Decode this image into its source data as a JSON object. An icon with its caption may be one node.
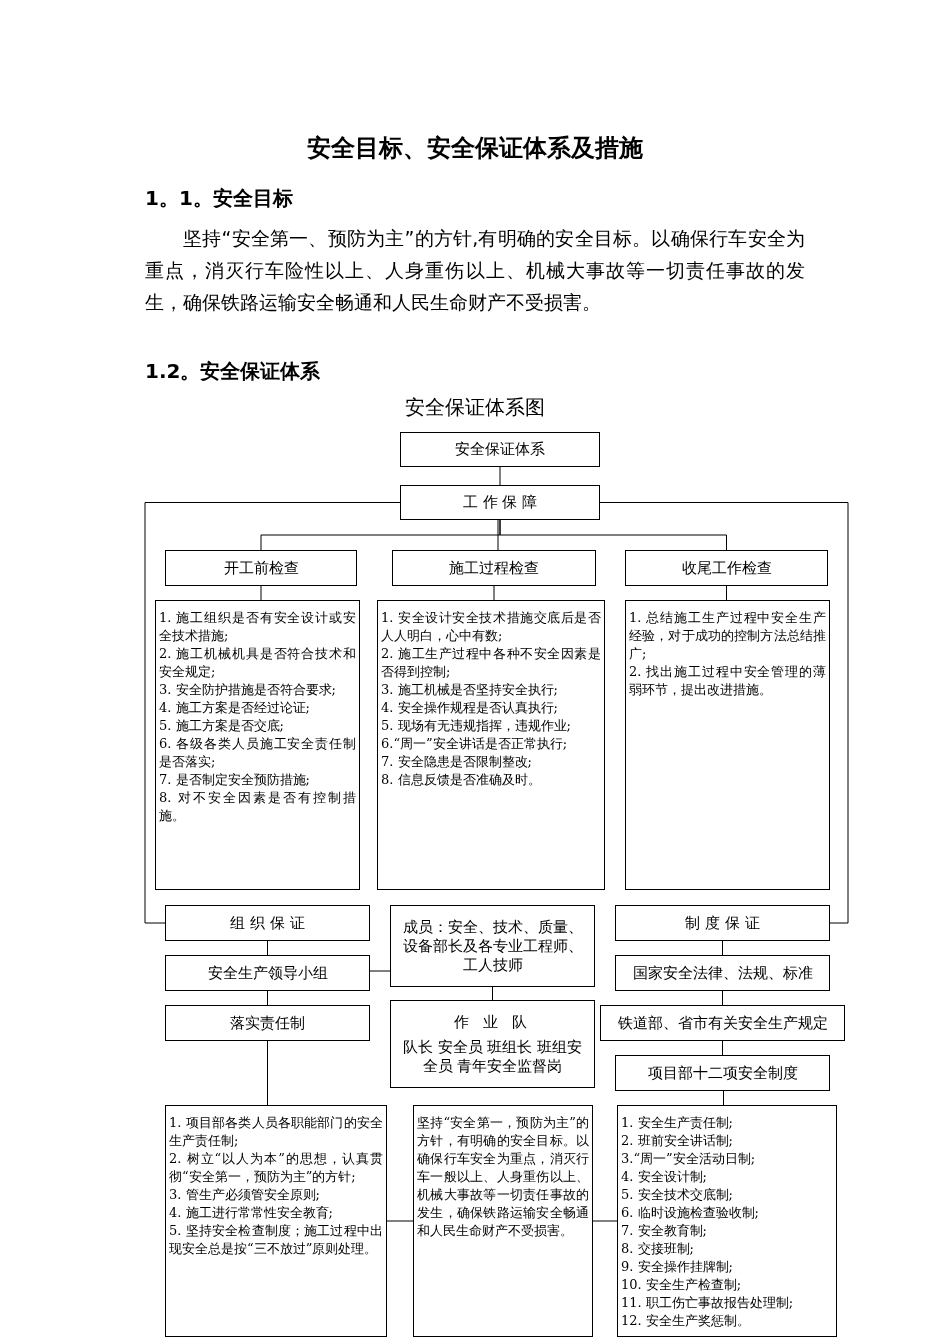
{
  "diagram": {
    "title": "安全目标、安全保证体系及措施",
    "nodes": [
      {
        "text": [
          "安全保证体系"
        ]
      },
      {
        "text": [
          "工 作 保 障"
        ]
      },
      {
        "text": [
          "开工前检查"
        ]
      },
      {
        "text": [
          "施工过程检查"
        ]
      },
      {
        "text": [
          "收尾工作检查"
        ]
      },
      {
        "text": [
          "1. 施工组织是否有安全设计或安全技术措施;",
          "2. 施工机械机具是否符合技术和安全规定;",
          "3. 安全防护措施是否符合要求;",
          "4. 施工方案是否经过论证;",
          "5. 施工方案是否交底;",
          "6. 各级各类人员施工安全责任制是否落实;",
          "7. 是否制定安全预防措施;",
          "8. 对不安全因素是否有控制措施。"
        ]
      },
      {
        "text": [
          "1. 安全设计安全技术措施交底后是否人人明白，心中有数;",
          "2. 施工生产过程中各种不安全因素是否得到控制;",
          "3. 施工机械是否坚持安全执行;",
          "4. 安全操作规程是否认真执行;",
          "5. 现场有无违规指挥，违规作业;",
          "6.“周一”安全讲话是否正常执行;",
          "7. 安全隐患是否限制整改;",
          "8. 信息反馈是否准确及时。"
        ]
      },
      {
        "text": [
          "1. 总结施工生产过程中安全生产经验，对于成功的控制方法总结推广;",
          "2. 找出施工过程中安全管理的薄弱环节，提出改进措施。"
        ]
      },
      {
        "text": [
          "制 度 保 证"
        ]
      },
      {
        "text": [
          "组 织 保 证"
        ]
      },
      {
        "text": [
          "安全生产领导小组"
        ]
      },
      {
        "text": [
          "落实责任制"
        ]
      },
      {
        "text": [
          "成员：安全、技术、质量、设备部长及各专业工程师、工人技师"
        ]
      },
      {
        "text": [
          "作 业 队",
          "队长 安全员 班组长 班组安全员 青年安全监督岗"
        ]
      },
      {
        "text": [
          "国家安全法律、法规、标准"
        ]
      },
      {
        "text": [
          "铁道部、省市有关安全生产规定"
        ]
      },
      {
        "text": [
          "项目部十二项安全制度"
        ]
      },
      {
        "text": [
          "1. 项目部各类人员各职能部门的安全生产责任制;",
          "2. 树立“以人为本”的思想，认真贯彻“安全第一，预防为主”的方针;",
          "3. 管生产必须管安全原则;",
          "4. 施工进行常常性安全教育;",
          "5. 坚持安全检查制度；施工过程中出现安全总是按“三不放过”原则处理。"
        ]
      },
      {
        "text": [
          "坚持“安全第一，预防为主”的方针，有明确的安全目标。以确保行车安全为重点，消灭行车一般以上、人身重伤以上、机械大事故等一切责任事故的发生，确保铁路运输安全畅通和人民生命财产不受损害。"
        ]
      },
      {
        "text": [
          "1. 安全生产责任制;",
          "2. 班前安全讲话制;",
          "3.“周一”安全活动日制;",
          "4. 安全设计制;",
          "5. 安全技术交底制;",
          "6. 临时设施检查验收制;",
          "7. 安全教育制;",
          "8. 交接班制;",
          "9. 安全操作挂牌制;",
          "10. 安全生产检查制;",
          "11. 职工伤亡事故报告处理制;",
          "12. 安全生产奖惩制。"
        ]
      }
    ],
    "edges": [
      {
        "from": 0,
        "to": 1,
        "arrow": "none"
      },
      {
        "from": 1,
        "to": 2,
        "arrow": "none"
      },
      {
        "from": 1,
        "to": 3,
        "arrow": "none"
      },
      {
        "from": 1,
        "to": 4,
        "arrow": "none"
      },
      {
        "from": 2,
        "to": 5,
        "arrow": "none"
      },
      {
        "from": 3,
        "to": 6,
        "arrow": "none"
      },
      {
        "from": 4,
        "to": 7,
        "arrow": "none"
      },
      {
        "from": 1,
        "to": 9,
        "arrow": "none"
      },
      {
        "from": 1,
        "to": 8,
        "arrow": "none"
      },
      {
        "from": 9,
        "to": 10,
        "arrow": "none"
      },
      {
        "from": 10,
        "to": 11,
        "arrow": "none"
      },
      {
        "from": 10,
        "to": 12,
        "arrow": "none"
      },
      {
        "from": 12,
        "to": 13,
        "arrow": "none"
      },
      {
        "from": 8,
        "to": 14,
        "arrow": "none"
      },
      {
        "from": 14,
        "to": 15,
        "arrow": "none"
      },
      {
        "from": 15,
        "to": 16,
        "arrow": "none"
      },
      {
        "from": 11,
        "to": 17,
        "arrow": "none"
      },
      {
        "from": 16,
        "to": 19,
        "arrow": "none"
      },
      {
        "from": 17,
        "to": 18,
        "arrow": "none"
      },
      {
        "from": 18,
        "to": 19,
        "arrow": "none"
      }
    ],
    "labels": [
      "1。1。安全目标",
      "坚持“安全第一、预防为主”的方针,有明确的安全目标。以确保行车安全为重点，消灭行车险性以上、人身重伤以上、机械大事故等一切责任事故的发生，确保铁路运输安全畅通和人民生命财产不受损害。",
      "1.2。安全保证体系",
      "安全保证体系图"
    ]
  }
}
